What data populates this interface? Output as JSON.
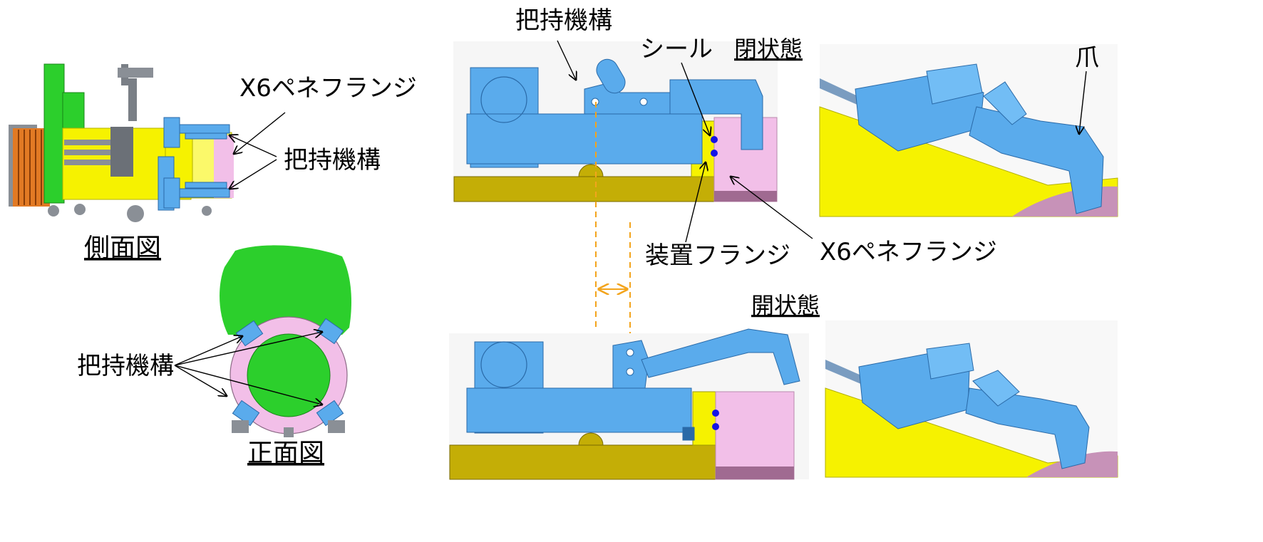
{
  "labels": {
    "side_view": "側面図",
    "front_view": "正面図",
    "x6_flange_side": "X6ペネフランジ",
    "grip_side": "把持機構",
    "grip_front": "把持機構",
    "grip_top": "把持機構",
    "seal": "シール",
    "closed_state": "閉状態",
    "open_state": "開状態",
    "device_flange": "装置フランジ",
    "x6_flange_detail": "X6ペネフランジ",
    "claw": "爪"
  },
  "colors": {
    "mechanism_blue": "#5aabec",
    "flange_pink": "#f2bfe8",
    "body_yellow": "#f6f200",
    "base_olive": "#c4ae06",
    "support_green": "#2ccf2c",
    "bellows_orange": "#e27a24",
    "seal_dot": "#1414e6",
    "dash_orange": "#f3a41c"
  }
}
